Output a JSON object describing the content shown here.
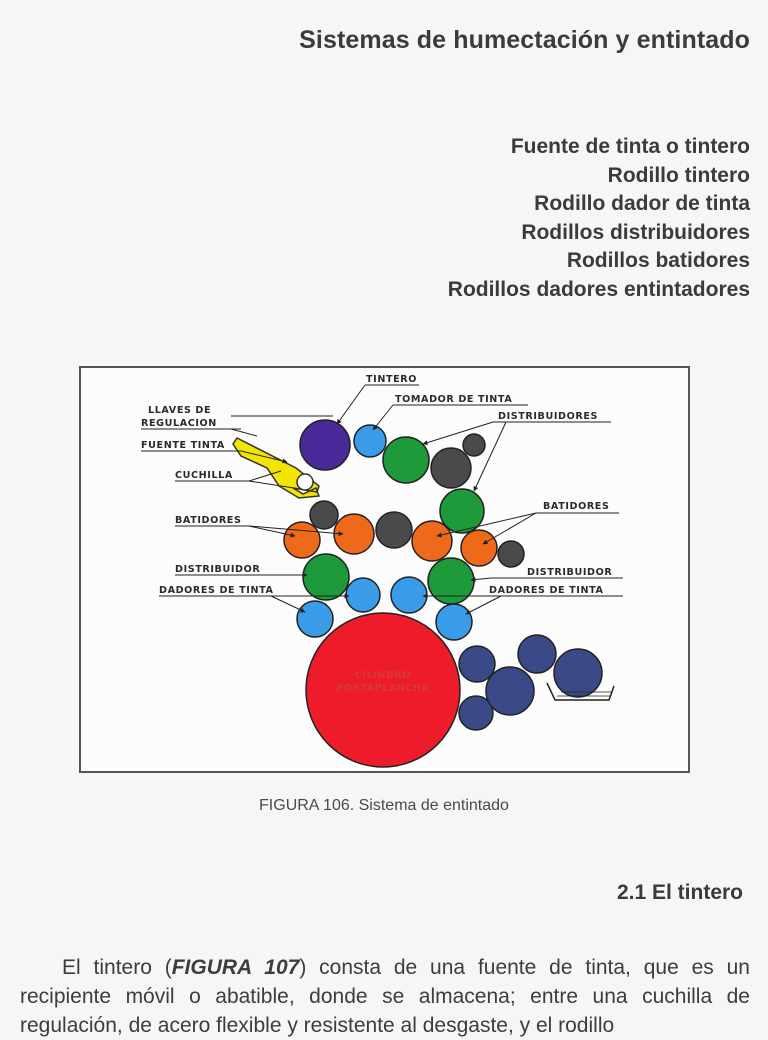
{
  "header": {
    "title": "Sistemas de humectación y entintado"
  },
  "toc": {
    "items": [
      "Fuente de tinta o tintero",
      "Rodillo tintero",
      "Rodillo dador de tinta",
      "Rodillos distribuidores",
      "Rodillos batidores",
      "Rodillos dadores entintadores"
    ]
  },
  "figure": {
    "labels": {
      "tintero": "TINTERO",
      "tomador": "TOMADOR DE TINTA",
      "distribuidores": "DISTRIBUIDORES",
      "llaves_1": "LLAVES DE",
      "llaves_2": "REGULACION",
      "fuente": "FUENTE TINTA",
      "cuchilla": "CUCHILLA",
      "batidores_left": "BATIDORES",
      "batidores_right": "BATIDORES",
      "distribuidor_left": "DISTRIBUIDOR",
      "distribuidor_right": "DISTRIBUIDOR",
      "dadores_left": "DADORES DE TINTA",
      "dadores_right": "DADORES DE TINTA",
      "cilindro_1": "CILINDRO",
      "cilindro_2": "PORTAPLANCHA"
    },
    "colors": {
      "purple": "#4a2a9a",
      "light_blue": "#3a9ce8",
      "green": "#1f9a3a",
      "gray": "#4a4a4a",
      "orange": "#ee6a1a",
      "red": "#ee1c2a",
      "navy": "#3a4a88",
      "yellow": "#f2e600"
    },
    "caption": "FIGURA 106. Sistema de entintado"
  },
  "section": {
    "heading": "2.1 El tintero"
  },
  "body": {
    "p1_before": "El tintero (",
    "p1_ref": "FIGURA 107",
    "p1_after": ") consta de una fuente de tinta, que es un recipiente móvil o abatible, donde se almacena; entre una cuchilla de regulación, de acero flexible y resistente al desgaste, y el rodillo"
  }
}
